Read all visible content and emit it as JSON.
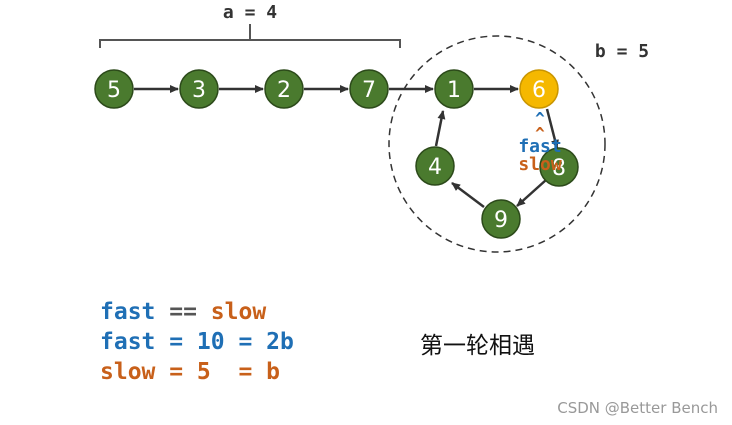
{
  "labels": {
    "a_label": "a = 4",
    "b_label": "b = 5",
    "caret": "^",
    "fast_tag": "fast",
    "slow_tag": "slow"
  },
  "nodes": [
    "5",
    "3",
    "2",
    "7",
    "1",
    "6",
    "8",
    "9",
    "4"
  ],
  "highlight_node": "6",
  "colors": {
    "node_fill": "#4a7a2e",
    "highlight_fill": "#f5b800",
    "fast": "#1f6fb5",
    "slow": "#c8601a",
    "arrow": "#333333"
  },
  "code": {
    "line1_fast": "fast",
    "line1_op": " == ",
    "line1_slow": "slow",
    "line2": "fast = 10 = 2b",
    "line3": "slow = 5  = b"
  },
  "caption": "第一轮相遇",
  "watermark": "CSDN @Better Bench"
}
